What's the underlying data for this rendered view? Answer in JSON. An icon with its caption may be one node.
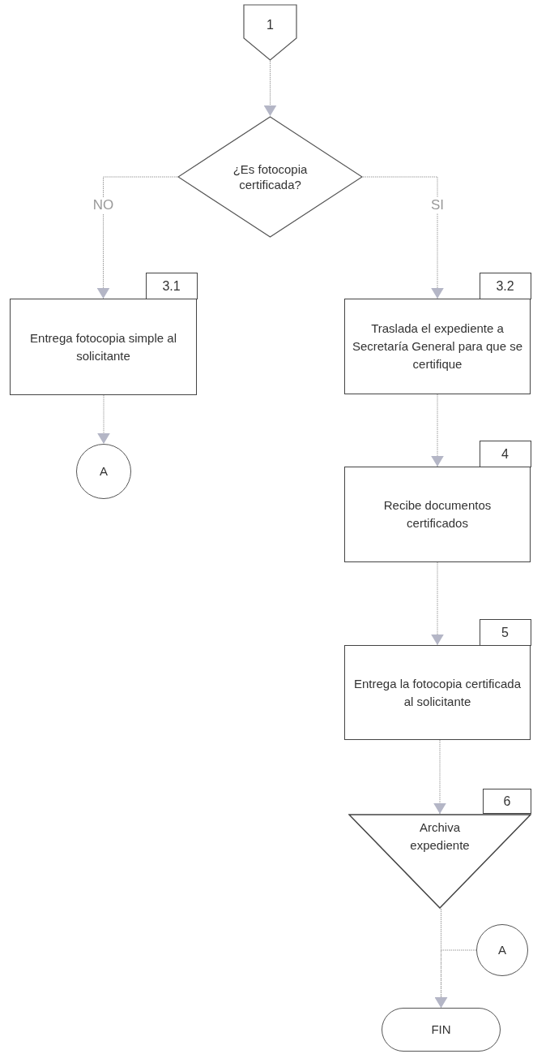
{
  "diagram": {
    "nodes": [
      {
        "text": [
          "1"
        ]
      },
      {
        "text": [
          "¿Es fotocopia certificada?"
        ]
      },
      {
        "text": [
          "3.1",
          "Entrega fotocopia simple al solicitante"
        ]
      },
      {
        "text": [
          "A"
        ]
      },
      {
        "text": [
          "3.2",
          "Traslada el expediente a Secretaría General para que se certifique"
        ]
      },
      {
        "text": [
          "4",
          "Recibe documentos certificados"
        ]
      },
      {
        "text": [
          "5",
          "Entrega la fotocopia certificada al solicitante"
        ]
      },
      {
        "text": [
          "6",
          "Archiva expediente"
        ]
      },
      {
        "text": [
          "A"
        ]
      },
      {
        "text": [
          "FIN"
        ]
      }
    ],
    "edges": [
      {
        "from": 0,
        "to": 1,
        "arrow": "to"
      },
      {
        "from": 1,
        "to": 2,
        "arrow": "to",
        "label": "NO"
      },
      {
        "from": 1,
        "to": 4,
        "arrow": "to",
        "label": "SI"
      },
      {
        "from": 2,
        "to": 3,
        "arrow": "to"
      },
      {
        "from": 4,
        "to": 5,
        "arrow": "to"
      },
      {
        "from": 5,
        "to": 6,
        "arrow": "to"
      },
      {
        "from": 6,
        "to": 7,
        "arrow": "to"
      },
      {
        "from": 7,
        "to": 9,
        "arrow": "to"
      },
      {
        "from": 8,
        "to": 9,
        "arrow": "to"
      }
    ]
  }
}
